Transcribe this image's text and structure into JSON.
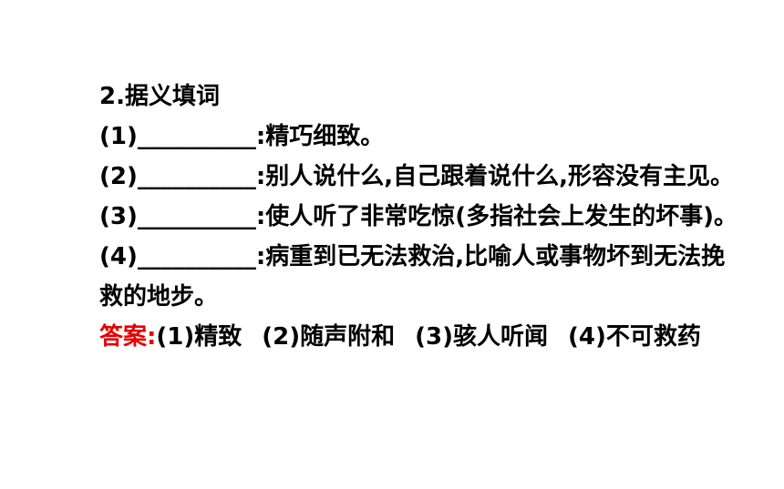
{
  "question": {
    "title": "2.据义填词",
    "items": [
      {
        "num": "(1)",
        "blank": "__________",
        "text": ":精巧细致。"
      },
      {
        "num": "(2)",
        "blank": "__________",
        "text": ":别人说什么,自己跟着说什么,形容没有主见。"
      },
      {
        "num": "(3)",
        "blank": "__________",
        "text": ":使人听了非常吃惊(多指社会上发生的坏事)。"
      },
      {
        "num": "(4)",
        "blank": "__________",
        "text": ":病重到已无法救治,比喻人或事物坏到无法挽"
      }
    ],
    "continuation": "救的地步。"
  },
  "answer": {
    "label": "答案:",
    "items": [
      "(1)精致",
      "(2)随声附和",
      "(3)骇人听闻",
      "(4)不可救药"
    ]
  },
  "colors": {
    "text": "#000000",
    "answer_label": "#e60000",
    "background": "#ffffff"
  }
}
